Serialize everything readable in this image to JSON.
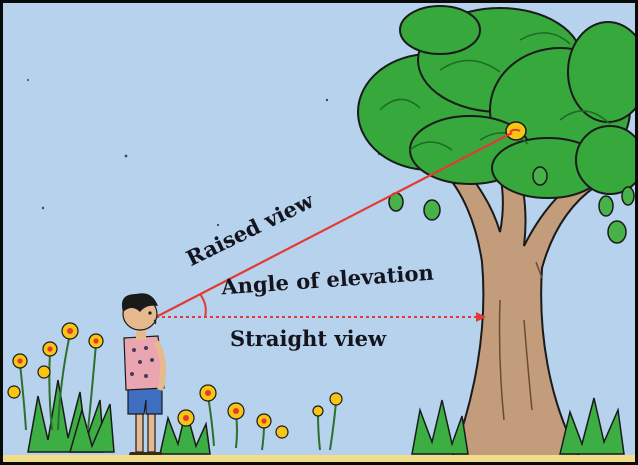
{
  "labels": {
    "raised_view": "Raised view",
    "angle_of_elevation": "Angle of elevation",
    "straight_view": "Straight view"
  },
  "colors": {
    "sky": "#b6d2ec",
    "ground_strip": "#f0de8a",
    "frame": "#0a0a0a",
    "sight_line": "#e43a35",
    "canopy": "#36a83c",
    "trunk": "#c39c7b",
    "mango_fruit": "#f7c512",
    "flower": "#f7c512",
    "grass": "#3cae44"
  }
}
